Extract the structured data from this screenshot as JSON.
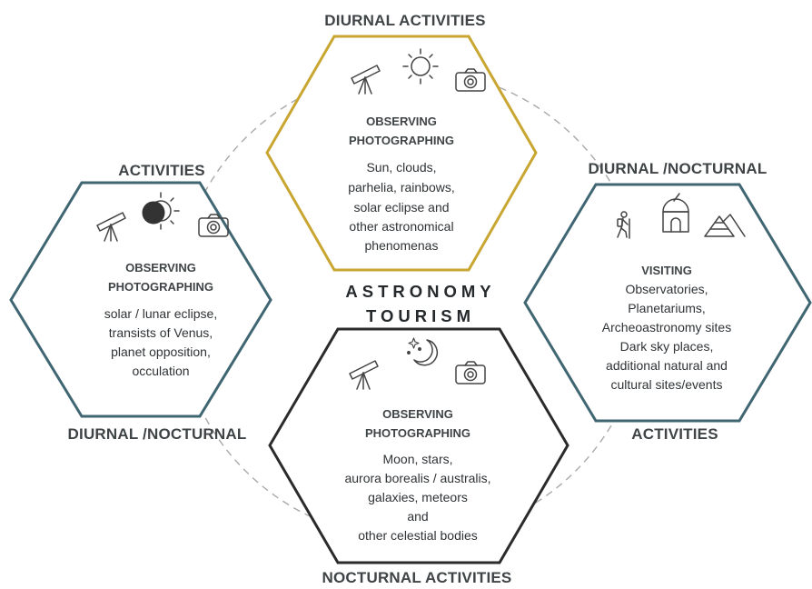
{
  "center": {
    "line1": "ASTRONOMY",
    "line2": "TOURISM"
  },
  "colors": {
    "top": "#c8a631",
    "left": "#3f6672",
    "right": "#3f6672",
    "bottom": "#2b2b2b"
  },
  "top": {
    "label": "DIURNAL ACTIVITIES",
    "heading": [
      "OBSERVING",
      "PHOTOGRAPHING"
    ],
    "body": [
      "Sun, clouds,",
      "parhelia, rainbows,",
      "solar eclipse and",
      "other astronomical",
      "phenomenas"
    ],
    "icons": [
      "telescope-icon",
      "sun-icon",
      "camera-icon"
    ]
  },
  "left": {
    "label_top": "ACTIVITIES",
    "label_bottom": "DIURNAL /NOCTURNAL",
    "heading": [
      "OBSERVING",
      "PHOTOGRAPHING"
    ],
    "body": [
      "solar / lunar eclipse,",
      "transists of Venus,",
      "planet opposition,",
      "occulation"
    ],
    "icons": [
      "telescope-icon",
      "eclipse-icon",
      "camera-icon"
    ]
  },
  "right": {
    "label_top": "DIURNAL /NOCTURNAL",
    "label_bottom": "ACTIVITIES",
    "heading": [
      "VISITING"
    ],
    "body": [
      "Observatories,",
      "Planetariums,",
      "Archeoastronomy sites",
      "Dark sky places,",
      "additional natural and",
      "cultural sites/events"
    ],
    "icons": [
      "hiker-icon",
      "observatory-icon",
      "pyramids-icon"
    ]
  },
  "bottom": {
    "label": "NOCTURNAL ACTIVITIES",
    "heading": [
      "OBSERVING",
      "PHOTOGRAPHING"
    ],
    "body": [
      "Moon, stars,",
      "aurora borealis / australis,",
      "galaxies, meteors",
      "and",
      "other celestial bodies"
    ],
    "icons": [
      "telescope-icon",
      "moon-stars-icon",
      "camera-icon"
    ]
  }
}
